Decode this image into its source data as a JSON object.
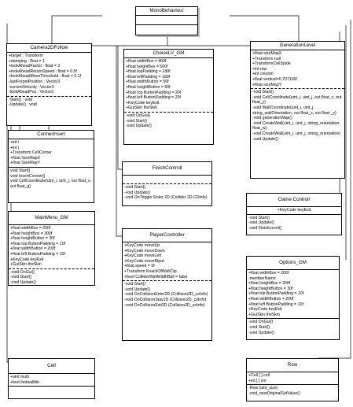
{
  "classes": {
    "mono": {
      "title": "MonoBehaviour",
      "attributes": [],
      "operations": []
    },
    "camera": {
      "title": "Camera2DFollow",
      "attributes": [
        "+target : Transform",
        "+damping : float = 1",
        "+lookAheadFactor : float = 3",
        "+lookAheadReturnSpeed : float = 0.5f",
        "+lookAheadMoveThreshold : float = 0.1f",
        "-lastForgetPosition : Vector3",
        "-currentVelocity : Vector3",
        "-lookAheadPos : Vector3"
      ],
      "operations": [
        "-Start() : void",
        "-Update() : void"
      ]
    },
    "choise": {
      "title": "ChoiseLV_GM",
      "attributes": [
        "+float widthBox = 400f",
        "+float heightBox = 500f",
        "+float topPadding = 180f",
        "+float leftPadding = 180f",
        "+float widthButton = 50f",
        "+float heightButton = 50f",
        "+float top ButtonPadding = 20f",
        "+float left ButtonPadding = 20f",
        "+KeyCode keyExit",
        "+GuiSkin theSkin"
      ],
      "operations": [
        "-void OnGui()",
        "-void Start()",
        "-void Update()"
      ]
    },
    "generation": {
      "title": "GenerationLevel",
      "attributes": [
        "+float sizeMapX",
        "+Transform null",
        "+TransformCellSpide",
        "+int row",
        "+int column",
        "+float vertical=0,707106f",
        "+float sizeMapY"
      ],
      "operations": [
        "-void Start()",
        "-void CellCoordinate(uint_i, uint_j, out float_x, out float_y)",
        "-void WallCoordinate(uint_i, uint_j, string_wallOrientation, out float_x, out float _y)",
        "-void generationMap()",
        "-void CreateWall(uint_i, uint_j, string_orientation, float_w)",
        "-void CreateWall(uint_i, uint_j, string_orientation)",
        "-void Update()"
      ]
    },
    "conner": {
      "title": "ConnerInsert",
      "attributes": [
        "+int i",
        "+int j",
        "+Transform CellCorner",
        "+float SizeMapX",
        "+float SizeMapY"
      ],
      "operations": [
        "void Start()",
        "void InsertConner()",
        "void CellCoordinate(uint_i, uint_j, out float_x, out float_g)"
      ]
    },
    "finish": {
      "title": "FinishControll",
      "attributes": [],
      "operations": [
        "-void Start()",
        "-void Update()",
        "-void OnTrigger Enter 2D (Collider 2D CDinfo)"
      ]
    },
    "game": {
      "title": "Game Controll",
      "attributes": [
        "+KeyCode keyExit"
      ],
      "operations": [
        "-void Start()",
        "-void Update()",
        "-void FinishLevel()"
      ]
    },
    "mainmenu": {
      "title": "MainMenu_GM",
      "attributes": [
        "+float widthBox = 200f",
        "+float heightBox = 300f",
        "+float heightButton = 30f",
        "+float top ButtonPadding = 10f",
        "+float widthButton = 200f",
        "+float left ButtonPadding = 10f",
        "+KeyCode keyExit",
        "+GuiSkin theSkin"
      ],
      "operations": [
        "-void OnGui()",
        "-void Start()",
        "-void Update()"
      ]
    },
    "player": {
      "title": "PlayerController",
      "attributes": [
        "+KeyCode moveUp",
        "+KeyCode moveDown",
        "+KeyCode moveLeft",
        "+KeyCode moveRiput",
        "+float speed = 5f",
        "+Transform KnackOfWallClip",
        "+bool ColliderWallWidthBall = false"
      ],
      "operations": [
        "-void Start()",
        "-void Update()",
        "-void OnCollisionEnter2D (Collision2D_coInfo)",
        "-void OnCollisionStay2D (Collision2D_coInfo)",
        "-void OnCollisionExit2D (Collision2D_coInfo)"
      ]
    },
    "options": {
      "title": "Options_GM",
      "attributes": [
        "+float widthBox = 200f",
        "-memberName",
        "+float heightBox = 300f",
        "+float heightButton = 30f",
        "+float top ButtonPadding = 10f",
        "+float widthButton = 200f",
        "+float left ButtonPadding = 10f",
        "+KeyCode keyExit",
        "+GuiSkin theSkin"
      ],
      "operations": [
        "-void OnGui()",
        "-void Start()",
        "-void Update()"
      ]
    },
    "cell": {
      "title": "Cell",
      "attributes": [
        "+uint multi",
        "+bool botwalltile"
      ],
      "operations": []
    },
    "row": {
      "title": "Row",
      "attributes": [
        "+Cell [ ] cell",
        "+int [ ] cm"
      ],
      "operations": [
        "-Row (uint_size)",
        "-void_newOriginalSetValue()"
      ]
    }
  }
}
